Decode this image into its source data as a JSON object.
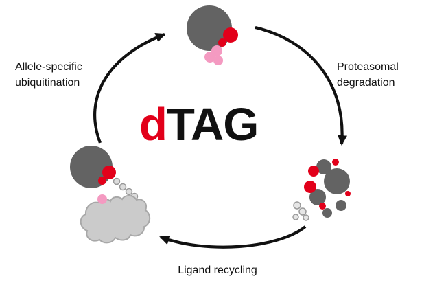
{
  "title": {
    "d_part": "d",
    "tag_part": "TAG"
  },
  "labels": {
    "allele_line1": "Allele-specific",
    "allele_line2": "ubiquitination",
    "proteasomal_line1": "Proteasomal",
    "proteasomal_line2": "degradation",
    "ligand": "Ligand recycling"
  },
  "diagram": {
    "type": "cycle",
    "stages": [
      {
        "name": "allele-specific ubiquitination",
        "position": "left"
      },
      {
        "name": "proteasomal degradation",
        "position": "right"
      },
      {
        "name": "ligand recycling",
        "position": "bottom"
      }
    ]
  },
  "colors": {
    "accent_red": "#e2001a",
    "protein_gray": "#636363",
    "ligase_gray": "#cbcbcb",
    "pink": "#f49ac1",
    "arrow_black": "#111111",
    "background": "#ffffff"
  }
}
